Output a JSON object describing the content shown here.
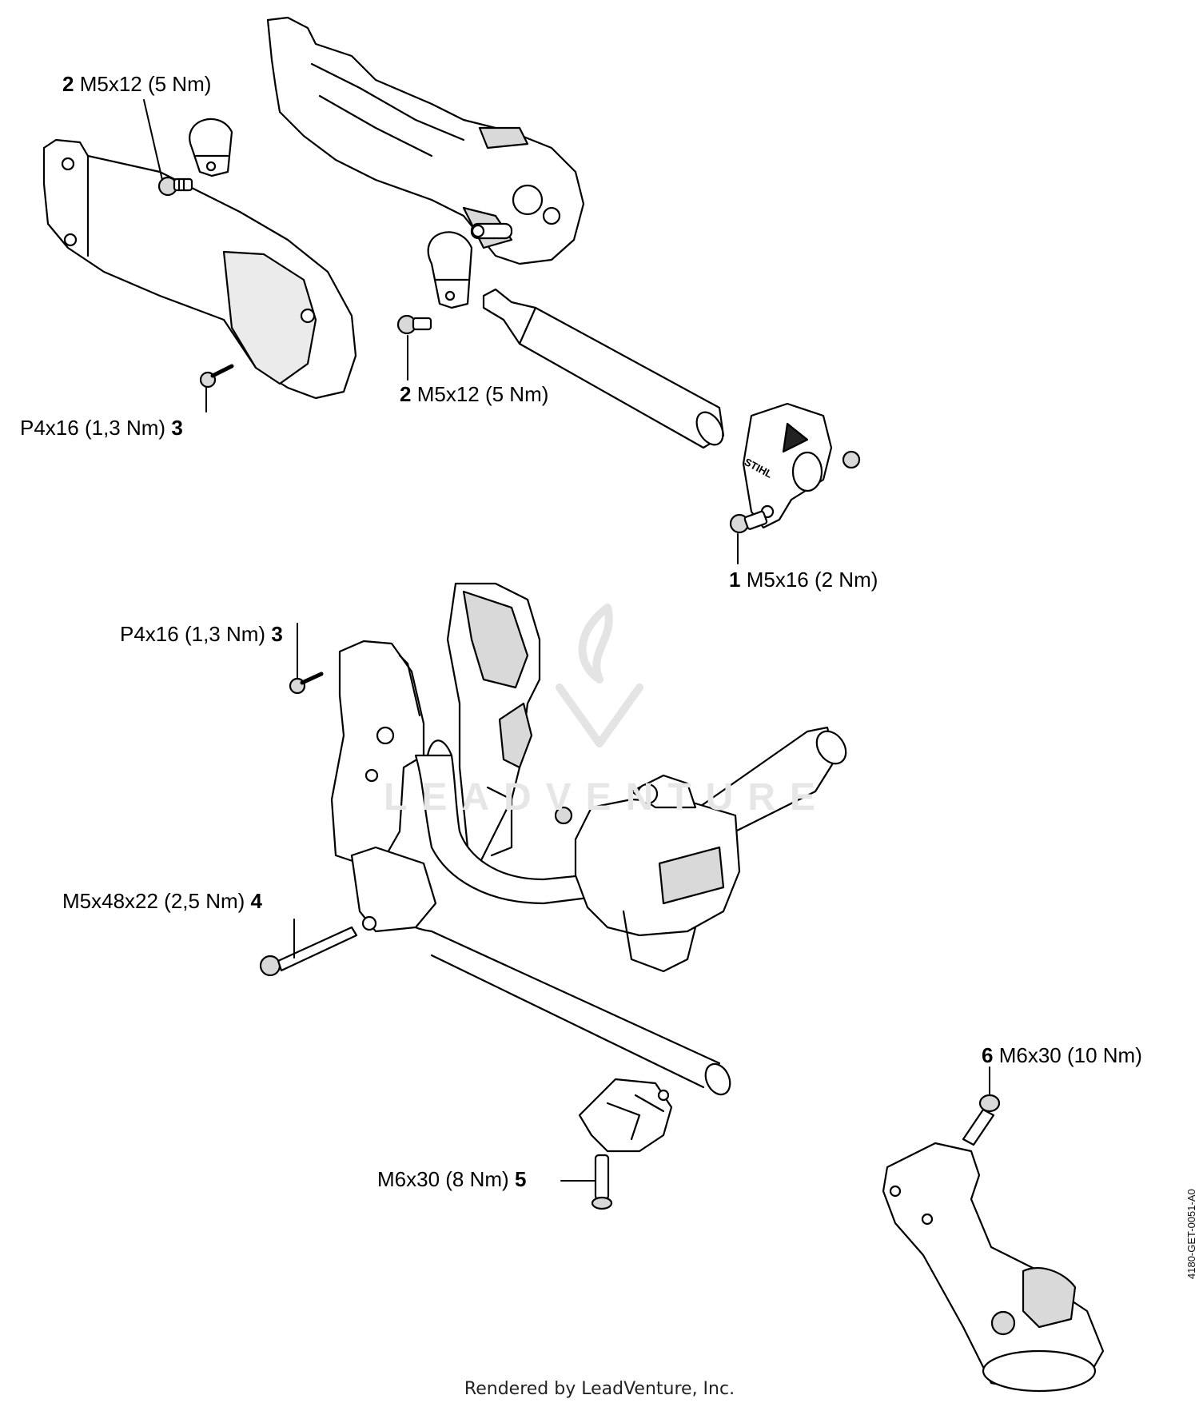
{
  "callouts": {
    "c2_top": {
      "num": "2",
      "spec": "M5x12 (5 Nm)"
    },
    "c2_mid": {
      "num": "2",
      "spec": "M5x12 (5 Nm)"
    },
    "c3_top": {
      "num": "3",
      "spec": "P4x16 (1,3 Nm)"
    },
    "c1": {
      "num": "1",
      "spec": "M5x16 (2 Nm)"
    },
    "c3_bottom": {
      "num": "3",
      "spec": "P4x16 (1,3 Nm)"
    },
    "c4": {
      "num": "4",
      "spec": "M5x48x22 (2,5 Nm)"
    },
    "c6": {
      "num": "6",
      "spec": "M6x30 (10 Nm)"
    },
    "c5": {
      "num": "5",
      "spec": "M6x30 (8 Nm)"
    }
  },
  "brand_mark": "STIHL",
  "watermark": "LEADVENTURE",
  "footer": "Rendered by LeadVenture, Inc.",
  "doc_id": "4180-GET-0051-A0",
  "colors": {
    "line": "#000000",
    "fill_light": "#ffffff",
    "fill_shade": "#d9d9d9",
    "watermark": "#e6e6e6"
  }
}
